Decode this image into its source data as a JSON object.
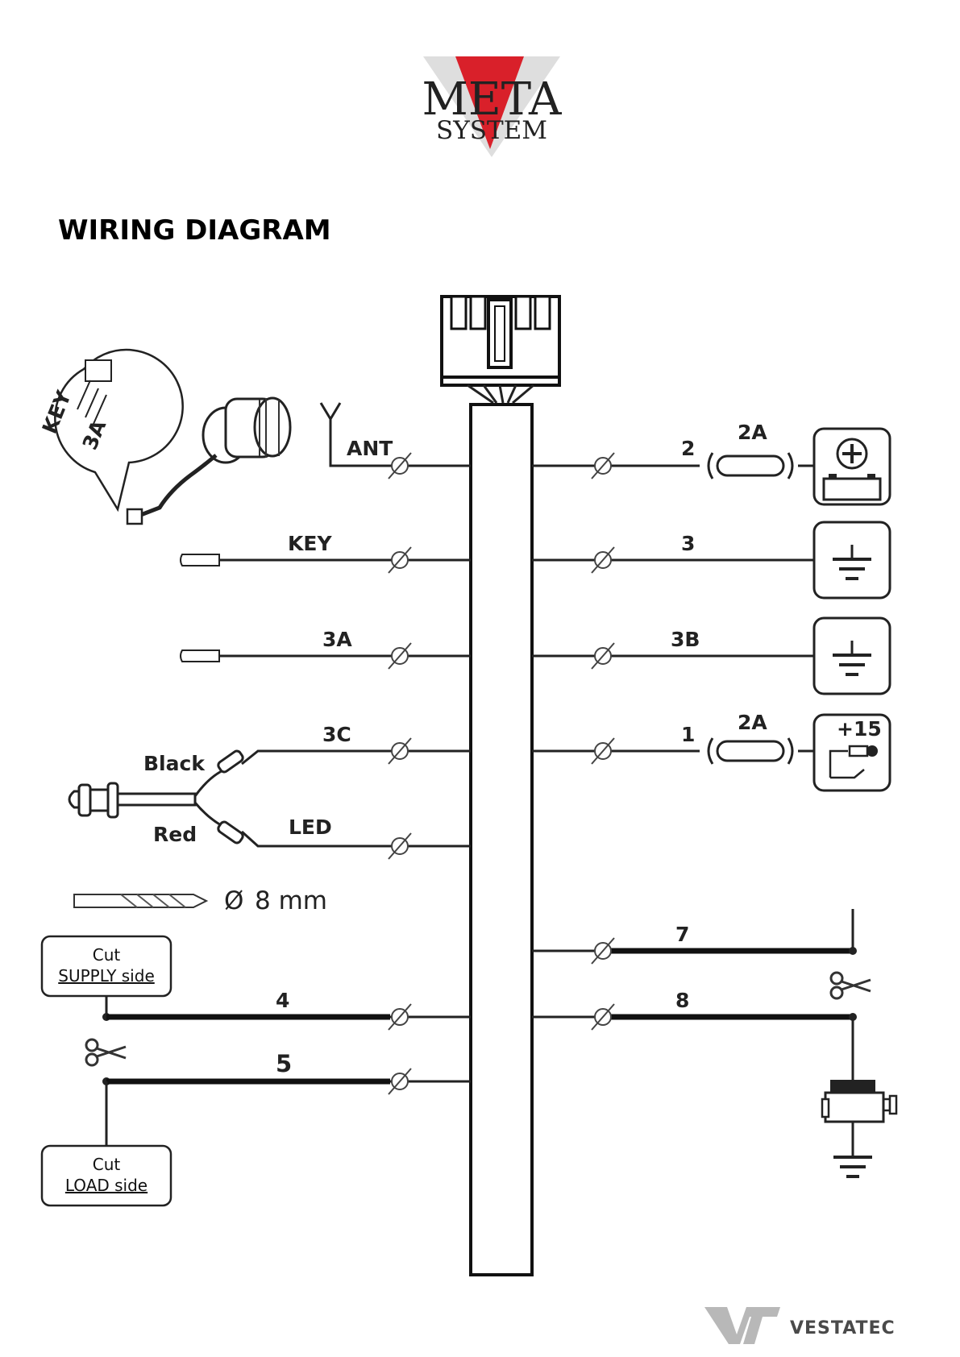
{
  "logo": {
    "line1": "META",
    "line2": "SYSTEM",
    "colors": {
      "red": "#d9202a",
      "gray": "#8a8a8a"
    }
  },
  "title": "WIRING DIAGRAM",
  "wires": {
    "left": {
      "ant": "ANT",
      "key": "KEY",
      "w3a": "3A",
      "w3c": "3C",
      "led": "LED",
      "w4": "4",
      "w5": "5"
    },
    "right": {
      "w2": "2",
      "w3": "3",
      "w3b": "3B",
      "w1": "1",
      "w7": "7",
      "w8": "8"
    },
    "fuse_top": "2A",
    "fuse_bottom": "2A"
  },
  "led_wires": {
    "black": "Black",
    "red": "Red"
  },
  "drill": {
    "symbol": "Ø",
    "size": "8 mm"
  },
  "key_reader": {
    "key": "KEY",
    "w3a": "3A"
  },
  "ignition": {
    "label": "+15"
  },
  "cut_supply": {
    "line1": "Cut",
    "line2": "SUPPLY side"
  },
  "cut_load": {
    "line1": "Cut",
    "line2": "LOAD side"
  },
  "footer": {
    "brand": "VESTATEC"
  }
}
